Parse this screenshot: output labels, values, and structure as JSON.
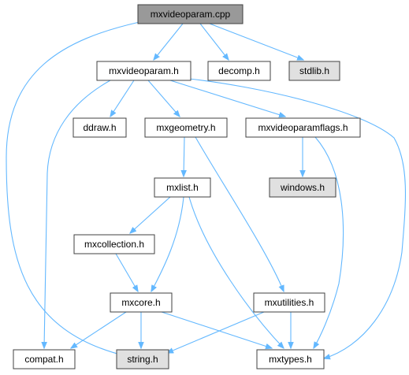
{
  "nodes": [
    {
      "id": "mxvideoparam_cpp",
      "label": "mxvideoparam.cpp",
      "style": "root"
    },
    {
      "id": "mxvideoparam_h",
      "label": "mxvideoparam.h",
      "style": "normal"
    },
    {
      "id": "decomp_h",
      "label": "decomp.h",
      "style": "normal"
    },
    {
      "id": "stdlib_h",
      "label": "stdlib.h",
      "style": "system"
    },
    {
      "id": "ddraw_h",
      "label": "ddraw.h",
      "style": "normal"
    },
    {
      "id": "mxgeometry_h",
      "label": "mxgeometry.h",
      "style": "normal"
    },
    {
      "id": "mxvideoparamflags_h",
      "label": "mxvideoparamflags.h",
      "style": "normal"
    },
    {
      "id": "mxlist_h",
      "label": "mxlist.h",
      "style": "normal"
    },
    {
      "id": "windows_h",
      "label": "windows.h",
      "style": "system"
    },
    {
      "id": "mxcollection_h",
      "label": "mxcollection.h",
      "style": "normal"
    },
    {
      "id": "mxcore_h",
      "label": "mxcore.h",
      "style": "normal"
    },
    {
      "id": "mxutilities_h",
      "label": "mxutilities.h",
      "style": "normal"
    },
    {
      "id": "compat_h",
      "label": "compat.h",
      "style": "normal"
    },
    {
      "id": "string_h",
      "label": "string.h",
      "style": "system"
    },
    {
      "id": "mxtypes_h",
      "label": "mxtypes.h",
      "style": "normal"
    }
  ],
  "edges": [
    [
      "mxvideoparam_cpp",
      "mxvideoparam_h"
    ],
    [
      "mxvideoparam_cpp",
      "decomp_h"
    ],
    [
      "mxvideoparam_cpp",
      "stdlib_h"
    ],
    [
      "mxvideoparam_cpp",
      "string_h"
    ],
    [
      "mxvideoparam_h",
      "ddraw_h"
    ],
    [
      "mxvideoparam_h",
      "mxgeometry_h"
    ],
    [
      "mxvideoparam_h",
      "mxvideoparamflags_h"
    ],
    [
      "mxvideoparam_h",
      "compat_h"
    ],
    [
      "mxvideoparam_h",
      "mxtypes_h"
    ],
    [
      "mxgeometry_h",
      "mxlist_h"
    ],
    [
      "mxgeometry_h",
      "mxutilities_h"
    ],
    [
      "mxvideoparamflags_h",
      "windows_h"
    ],
    [
      "mxvideoparamflags_h",
      "mxtypes_h"
    ],
    [
      "mxlist_h",
      "mxcollection_h"
    ],
    [
      "mxlist_h",
      "mxcore_h"
    ],
    [
      "mxlist_h",
      "mxtypes_h"
    ],
    [
      "mxcollection_h",
      "mxcore_h"
    ],
    [
      "mxcore_h",
      "compat_h"
    ],
    [
      "mxcore_h",
      "string_h"
    ],
    [
      "mxcore_h",
      "mxtypes_h"
    ],
    [
      "mxutilities_h",
      "string_h"
    ],
    [
      "mxutilities_h",
      "mxtypes_h"
    ]
  ],
  "colors": {
    "edge": "#63b8ff",
    "node_fill": "#ffffff",
    "root_fill": "#999999",
    "system_fill": "#e0e0e0",
    "system_border": "#999999",
    "border": "#404040"
  }
}
